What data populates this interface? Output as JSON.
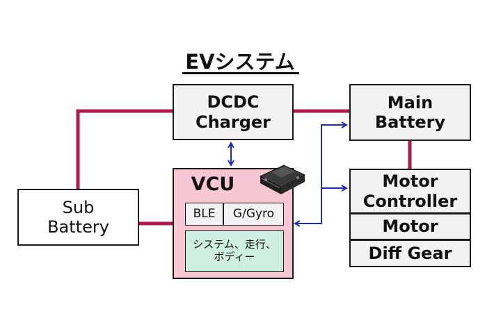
{
  "title": "EVシステム",
  "boxes": {
    "dcdc_line1": "DCDC",
    "dcdc_line2": "Charger",
    "main_battery_line1": "Main",
    "main_battery_line2": "Battery",
    "sub_battery_line1": "Sub",
    "sub_battery_line2": "Battery",
    "vcu": "VCU",
    "ble": "BLE",
    "gyro": "G/Gyro",
    "functions_line1": "システム、走行、",
    "functions_line2": "ボディー",
    "motor_controller_line1": "Motor",
    "motor_controller_line2": "Controller",
    "motor": "Motor",
    "diff_gear": "Diff Gear"
  },
  "colors": {
    "power_line": "#b0174a",
    "signal_line": "#1f2bb8",
    "box_fill": "#f2f2f2",
    "vcu_fill": "#f8c6d2",
    "function_fill": "#cdeee0",
    "sub_battery_fill": "#ffffff"
  },
  "icons": {
    "vcu_module": "vcu-module-icon"
  }
}
